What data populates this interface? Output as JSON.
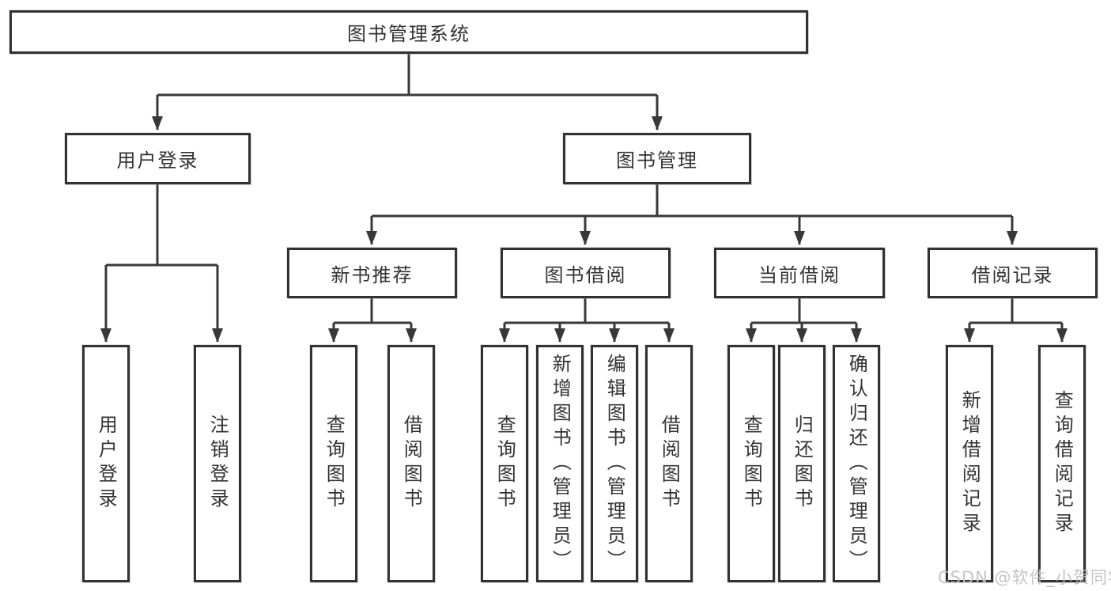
{
  "diagram": {
    "root": {
      "label": "图书管理系统"
    },
    "level2": [
      {
        "label": "用户登录"
      },
      {
        "label": "图书管理"
      }
    ],
    "level3": [
      {
        "label": "新书推荐"
      },
      {
        "label": "图书借阅"
      },
      {
        "label": "当前借阅"
      },
      {
        "label": "借阅记录"
      }
    ],
    "leaves": [
      {
        "label": "用户登录"
      },
      {
        "label": "注销登录"
      },
      {
        "label": "查询图书"
      },
      {
        "label": "借阅图书"
      },
      {
        "label": "查询图书"
      },
      {
        "label": "新增图书（管理员）"
      },
      {
        "label": "编辑图书（管理员）"
      },
      {
        "label": "借阅图书"
      },
      {
        "label": "查询图书"
      },
      {
        "label": "归还图书"
      },
      {
        "label": "确认归还（管理员）"
      },
      {
        "label": "新增借阅记录"
      },
      {
        "label": "查询借阅记录"
      }
    ]
  },
  "watermark": {
    "text": "CSDN @软件_小贺同学"
  },
  "colors": {
    "line": "#38383b",
    "border": "#323236",
    "text": "#333333",
    "background": "#ffffff",
    "watermark": "#c1c1c6"
  }
}
